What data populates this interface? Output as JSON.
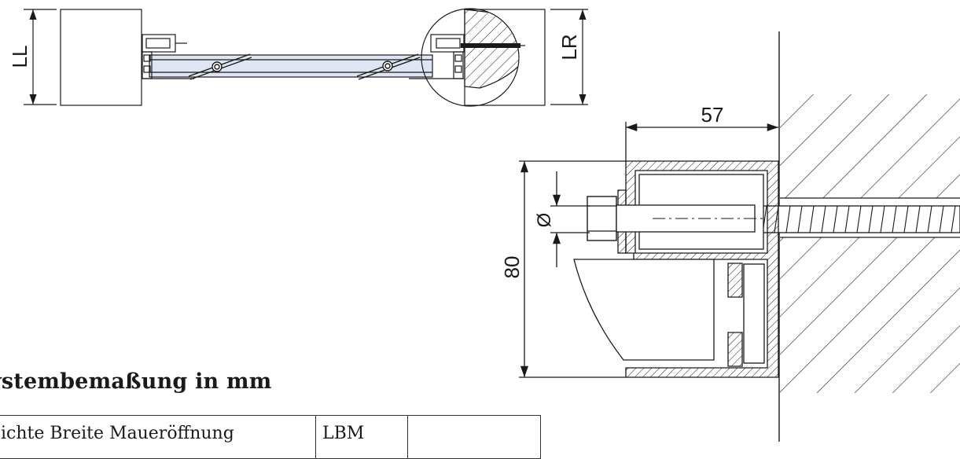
{
  "labels": {
    "ll": "LL",
    "lr": "LR",
    "width": "57",
    "height": "80",
    "diameter": "Ø"
  },
  "heading": "ystembemaßung in mm",
  "table": {
    "rows": [
      {
        "description": "ichte Breite Maueröffnung",
        "code": "LBM",
        "value": ""
      }
    ]
  },
  "colors": {
    "line": "#1a1a1a",
    "glass": "#dde6f2"
  }
}
